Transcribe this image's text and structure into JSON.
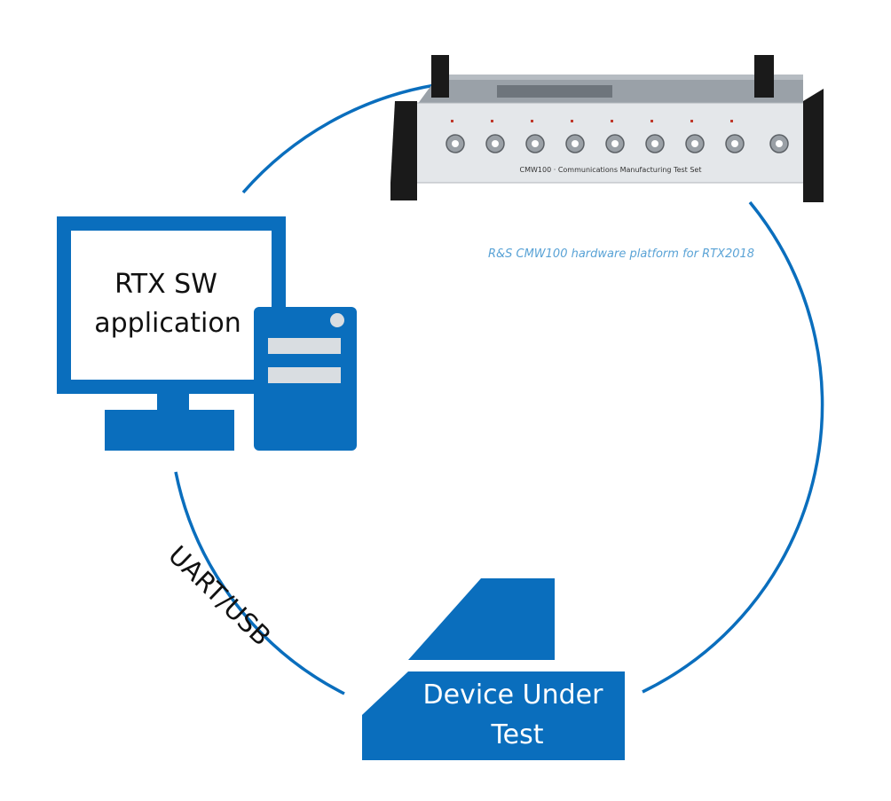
{
  "colors": {
    "accent": "#0a6ebd",
    "caption": "#5aa3d6",
    "panel": "#d9dde1"
  },
  "computer": {
    "icon": "desktop-computer-icon",
    "label_line1": "RTX SW",
    "label_line2": "application"
  },
  "instrument": {
    "icon": "test-instrument-icon",
    "panel_text": "CMW100 · Communications Manufacturing Test Set",
    "caption": "R&S CMW100 hardware platform for RTX2018"
  },
  "dut": {
    "icon": "device-block-icon",
    "label_line1": "Device Under",
    "label_line2": "Test"
  },
  "link": {
    "label": "UART/USB"
  }
}
